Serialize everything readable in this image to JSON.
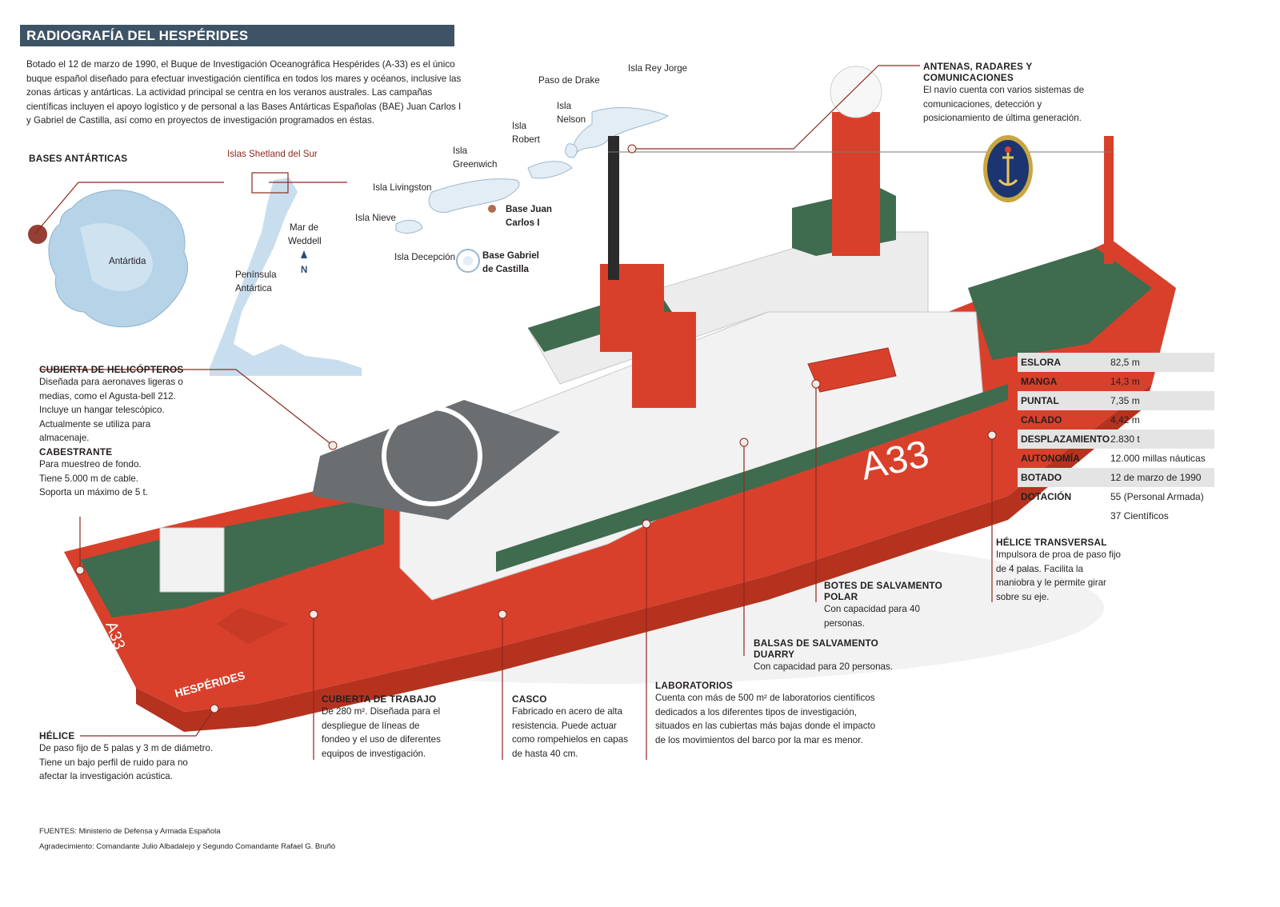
{
  "title": "RADIOGRAFÍA DEL HESPÉRIDES",
  "intro": "Botado el 12 de marzo de 1990, el Buque de Investigación Oceanográfica Hespérides (A-33) es el único buque español diseñado para efectuar investigación científica en todos los mares y océanos, inclusive las zonas árticas y antárticas. La actividad principal se centra en los veranos australes. Las campañas científicas incluyen el apoyo logístico y de personal a las Bases Antárticas Españolas (BAE) Juan Carlos I y Gabriel de Castilla, así como en proyectos de investigación programados en éstas.",
  "maps": {
    "bases_title": "BASES ANTÁRTICAS",
    "antartida": "Antártida",
    "shetland": "Islas  Shetland del Sur",
    "weddell_1": "Mar de",
    "weddell_2": "Weddell",
    "peninsula_1": "Península",
    "peninsula_2": "Antártica",
    "north": "N",
    "paso_drake": "Paso de Drake",
    "rey_jorge": "Isla Rey Jorge",
    "nelson_1": "Isla",
    "nelson_2": "Nelson",
    "robert_1": "Isla",
    "robert_2": "Robert",
    "greenwich_1": "Isla",
    "greenwich_2": "Greenwich",
    "livingston": "Isla Livingston",
    "nieve": "Isla Nieve",
    "decepcion": "Isla Decepción",
    "juan_carlos_1": "Base Juan",
    "juan_carlos_2": "Carlos I",
    "gabriel_1": "Base Gabriel",
    "gabriel_2": "de Castilla"
  },
  "ship": {
    "hull_number": "A33",
    "bow_number": "A33",
    "name": "HESPÉRIDES"
  },
  "callouts": {
    "antenas": {
      "title": "ANTENAS, RADARES Y COMUNICACIONES",
      "text": "El navío cuenta con varios sistemas de comunicaciones, detección y posicionamiento de última generación."
    },
    "heli": {
      "title": "CUBIERTA DE HELICÓPTEROS",
      "text": "Diseñada para aeronaves ligeras o medias, como el Agusta-bell 212. Incluye un hangar telescópico. Actualmente se utiliza para almacenaje."
    },
    "cabestrante": {
      "title": "CABESTRANTE",
      "text": "Para muestreo de fondo. Tiene 5.000 m de cable. Soporta un máximo de 5 t."
    },
    "helice_transversal": {
      "title": "HÉLICE TRANSVERSAL",
      "text": "Impulsora de proa de paso fijo de 4 palas. Facilita la maniobra y le permite girar sobre su eje."
    },
    "botes": {
      "title": "BOTES DE SALVAMENTO POLAR",
      "text": "Con capacidad para 40 personas."
    },
    "balsas": {
      "title": "BALSAS DE SALVAMENTO DUARRY",
      "text": "Con capacidad para 20 personas."
    },
    "laboratorios": {
      "title": "LABORATORIOS",
      "text": "Cuenta con más de 500 m² de laboratorios científicos dedicados a los diferentes tipos de investigación, situados en las cubiertas más bajas donde el impacto de los movimientos del barco por la mar es menor."
    },
    "cubierta_trabajo": {
      "title": "CUBIERTA DE TRABAJO",
      "text": "De 280 m². Diseñada para el despliegue de líneas de fondeo y el uso de diferentes equipos de investigación."
    },
    "casco": {
      "title": "CASCO",
      "text": "Fabricado en acero de alta resistencia. Puede actuar como rompehielos en capas de hasta 40 cm."
    },
    "helice": {
      "title": "HÉLICE",
      "text": "De paso fijo de 5 palas y 3 m de diámetro. Tiene un bajo perfil de ruido para no afectar la investigación acústica."
    }
  },
  "specs": [
    {
      "label": "ESLORA",
      "value": "82,5 m"
    },
    {
      "label": "MANGA",
      "value": "14,3 m"
    },
    {
      "label": "PUNTAL",
      "value": "7,35 m"
    },
    {
      "label": "CALADO",
      "value": "4,42 m"
    },
    {
      "label": "DESPLAZAMIENTO",
      "value": "2.830 t"
    },
    {
      "label": "AUTONOMÍA",
      "value": "12.000 millas náuticas"
    },
    {
      "label": "BOTADO",
      "value": "12 de marzo de 1990"
    },
    {
      "label": "DOTACIÓN",
      "value": "55 (Personal Armada)"
    }
  ],
  "specs_extra": "37 Científicos",
  "sources": "FUENTES:  Ministerio de Defensa y Armada Española",
  "thanks": "Agradecimiento: Comandante Julio Albadalejo y Segundo Comandante Rafael G. Bruñó",
  "colors": {
    "title_bar": "#3e5365",
    "leader": "#8b2a1e",
    "hull": "#d8402b",
    "deck": "#3f6b4f"
  }
}
